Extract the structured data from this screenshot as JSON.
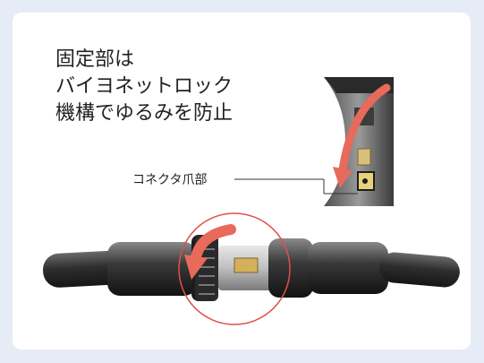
{
  "heading": {
    "line1": "固定部は",
    "line2": "バイヨネットロック",
    "line3": "機構でゆるみを防止"
  },
  "callout_label": "コネクタ爪部",
  "colors": {
    "page_bg": "#e6ecf6",
    "card_bg": "#ffffff",
    "arrow": "#e86a5a",
    "highlight_ring": "#e0504a",
    "claw": "#c9a24a"
  }
}
